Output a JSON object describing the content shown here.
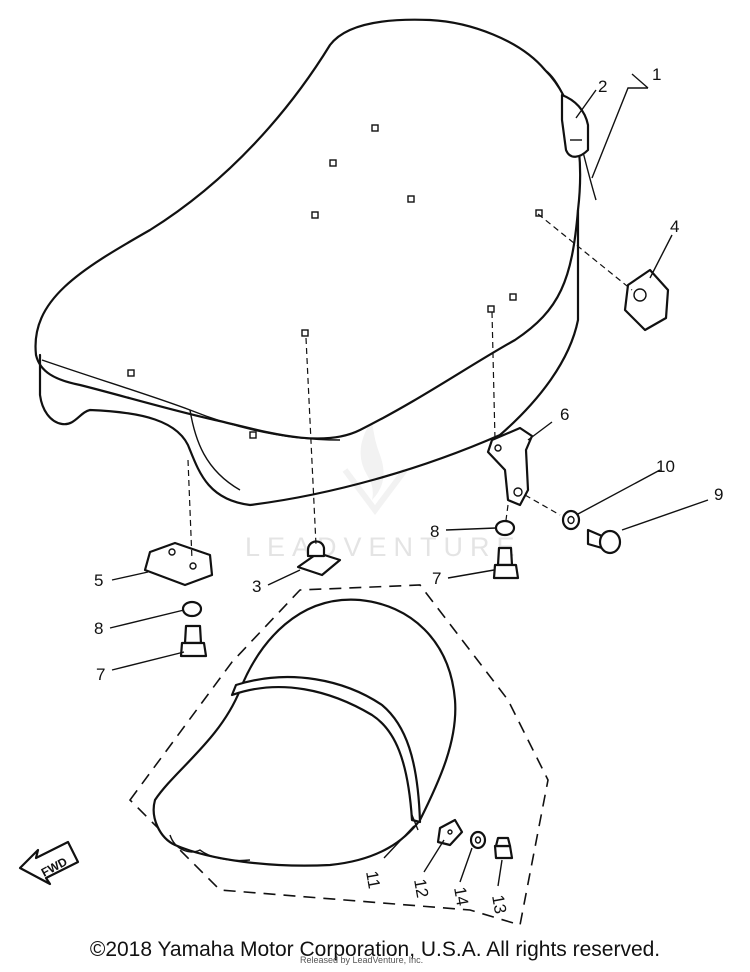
{
  "diagram": {
    "callouts": [
      {
        "id": "1",
        "label": "1"
      },
      {
        "id": "2",
        "label": "2"
      },
      {
        "id": "3",
        "label": "3"
      },
      {
        "id": "4",
        "label": "4"
      },
      {
        "id": "5",
        "label": "5"
      },
      {
        "id": "6",
        "label": "6"
      },
      {
        "id": "7a",
        "label": "7"
      },
      {
        "id": "7b",
        "label": "7"
      },
      {
        "id": "8a",
        "label": "8"
      },
      {
        "id": "8b",
        "label": "8"
      },
      {
        "id": "9",
        "label": "9"
      },
      {
        "id": "10",
        "label": "10"
      },
      {
        "id": "11",
        "label": "11"
      },
      {
        "id": "12",
        "label": "12"
      },
      {
        "id": "13",
        "label": "13"
      },
      {
        "id": "14",
        "label": "14"
      }
    ],
    "fwd_label": "FWD",
    "watermark_text": "LEADVENTURE",
    "watermark_small": "Released by LeadVenture, Inc.",
    "copyright": "©2018 Yamaha Motor Corporation, U.S.A. All rights reserved."
  }
}
